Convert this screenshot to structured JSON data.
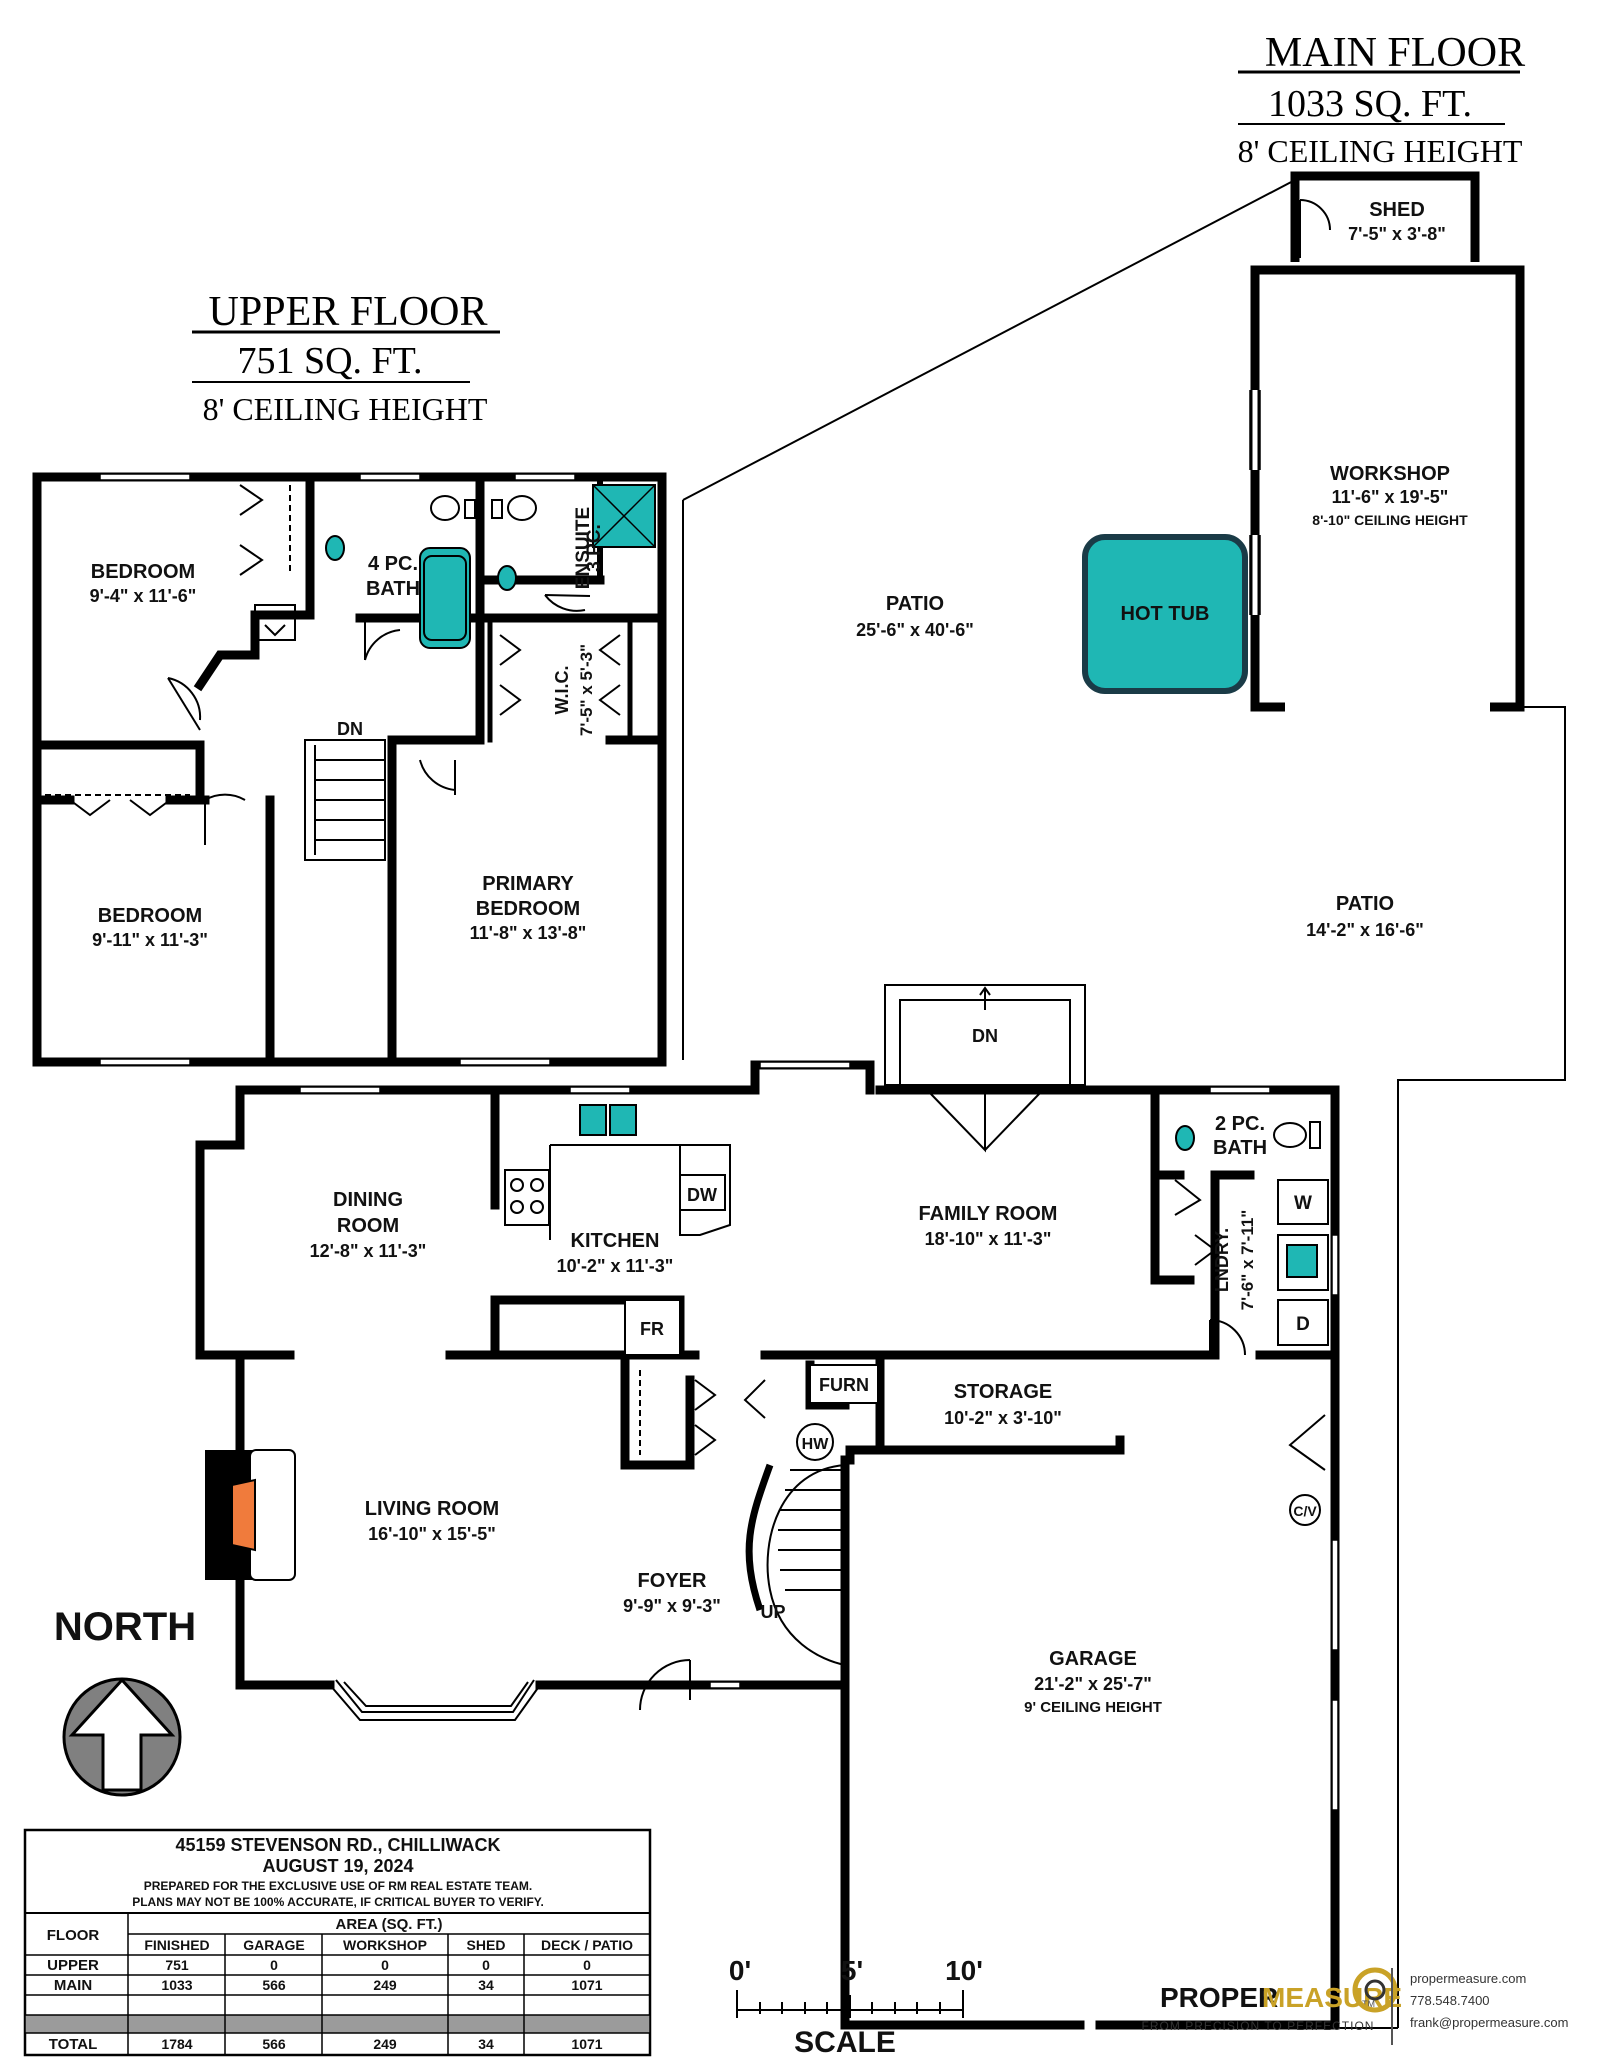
{
  "main_floor": {
    "title": "MAIN FLOOR",
    "area": "1033 SQ. FT.",
    "ceiling": "8' CEILING HEIGHT"
  },
  "upper_floor": {
    "title": "UPPER FLOOR",
    "area": "751 SQ. FT.",
    "ceiling": "8' CEILING HEIGHT"
  },
  "rooms": {
    "shed": {
      "name": "SHED",
      "dims": "7'-5\" x 3'-8\""
    },
    "workshop": {
      "name": "WORKSHOP",
      "dims": "11'-6\" x 19'-5\"",
      "note": "8'-10\" CEILING HEIGHT"
    },
    "hot_tub": {
      "name": "HOT TUB"
    },
    "patio_main": {
      "name": "PATIO",
      "dims": "25'-6\" x 40'-6\""
    },
    "patio_side": {
      "name": "PATIO",
      "dims": "14'-2\" x 16'-6\""
    },
    "bedroom_1": {
      "name": "BEDROOM",
      "dims": "9'-4\" x 11'-6\""
    },
    "bedroom_2": {
      "name": "BEDROOM",
      "dims": "9'-11\" x 11'-3\""
    },
    "bath_4pc": {
      "line1": "4 PC.",
      "line2": "BATH"
    },
    "ensuite": {
      "line1": "3 PC.",
      "line2": "ENSUITE"
    },
    "wic": {
      "line1": "W.I.C.",
      "line2": "7'-5\" x 5'-3\""
    },
    "primary_bedroom": {
      "line1": "PRIMARY",
      "line2": "BEDROOM",
      "dims": "11'-8\" x 13'-8\""
    },
    "upper_dn": "DN",
    "deck_dn": "DN",
    "dining": {
      "line1": "DINING",
      "line2": "ROOM",
      "dims": "12'-8\" x 11'-3\""
    },
    "kitchen": {
      "name": "KITCHEN",
      "dims": "10'-2\" x 11'-3\""
    },
    "dw": "DW",
    "fr": "FR",
    "family": {
      "name": "FAMILY ROOM",
      "dims": "18'-10\" x 11'-3\""
    },
    "bath_2pc": {
      "line1": "2 PC.",
      "line2": "BATH"
    },
    "laundry": {
      "line1": "LNDRY.",
      "line2": "7'-6\" x 7'-11\""
    },
    "washer": "W",
    "dryer": "D",
    "furn": "FURN",
    "hw": "HW",
    "storage": {
      "name": "STORAGE",
      "dims": "10'-2\" x 3'-10\""
    },
    "cv": "C/V",
    "living": {
      "name": "LIVING ROOM",
      "dims": "16'-10\" x 15'-5\""
    },
    "foyer": {
      "name": "FOYER",
      "dims": "9'-9\" x 9'-3\""
    },
    "up": "UP",
    "garage": {
      "name": "GARAGE",
      "dims": "21'-2\" x 25'-7\"",
      "note": "9' CEILING HEIGHT"
    }
  },
  "compass": {
    "label": "NORTH"
  },
  "info_box": {
    "address": "45159 STEVENSON RD., CHILLIWACK",
    "date": "AUGUST 19, 2024",
    "note1": "PREPARED FOR THE EXCLUSIVE USE OF RM REAL ESTATE TEAM.",
    "note2": "PLANS MAY NOT BE 100% ACCURATE, IF CRITICAL BUYER TO VERIFY.",
    "floor_header": "FLOOR",
    "area_header": "AREA (SQ. FT.)",
    "columns": [
      "FINISHED",
      "GARAGE",
      "WORKSHOP",
      "SHED",
      "DECK / PATIO"
    ],
    "rows": [
      {
        "floor": "UPPER",
        "values": [
          "751",
          "0",
          "0",
          "0",
          "0"
        ]
      },
      {
        "floor": "MAIN",
        "values": [
          "1033",
          "566",
          "249",
          "34",
          "1071"
        ]
      },
      {
        "floor": "TOTAL",
        "values": [
          "1784",
          "566",
          "249",
          "34",
          "1071"
        ]
      }
    ]
  },
  "scale": {
    "label": "SCALE",
    "ticks": [
      "0'",
      "5'",
      "10'"
    ]
  },
  "brand": {
    "name_a": "PROPER",
    "name_b": "MEASURE",
    "tm": "TM",
    "tagline": "FROM PRECISION TO PERFECTION",
    "website": "propermeasure.com",
    "phone": "778.548.7400",
    "email": "frank@propermeasure.com"
  },
  "colors": {
    "wall": "#000000",
    "fixture": "#1fb7b4",
    "fireplace": "#f07b3c"
  }
}
